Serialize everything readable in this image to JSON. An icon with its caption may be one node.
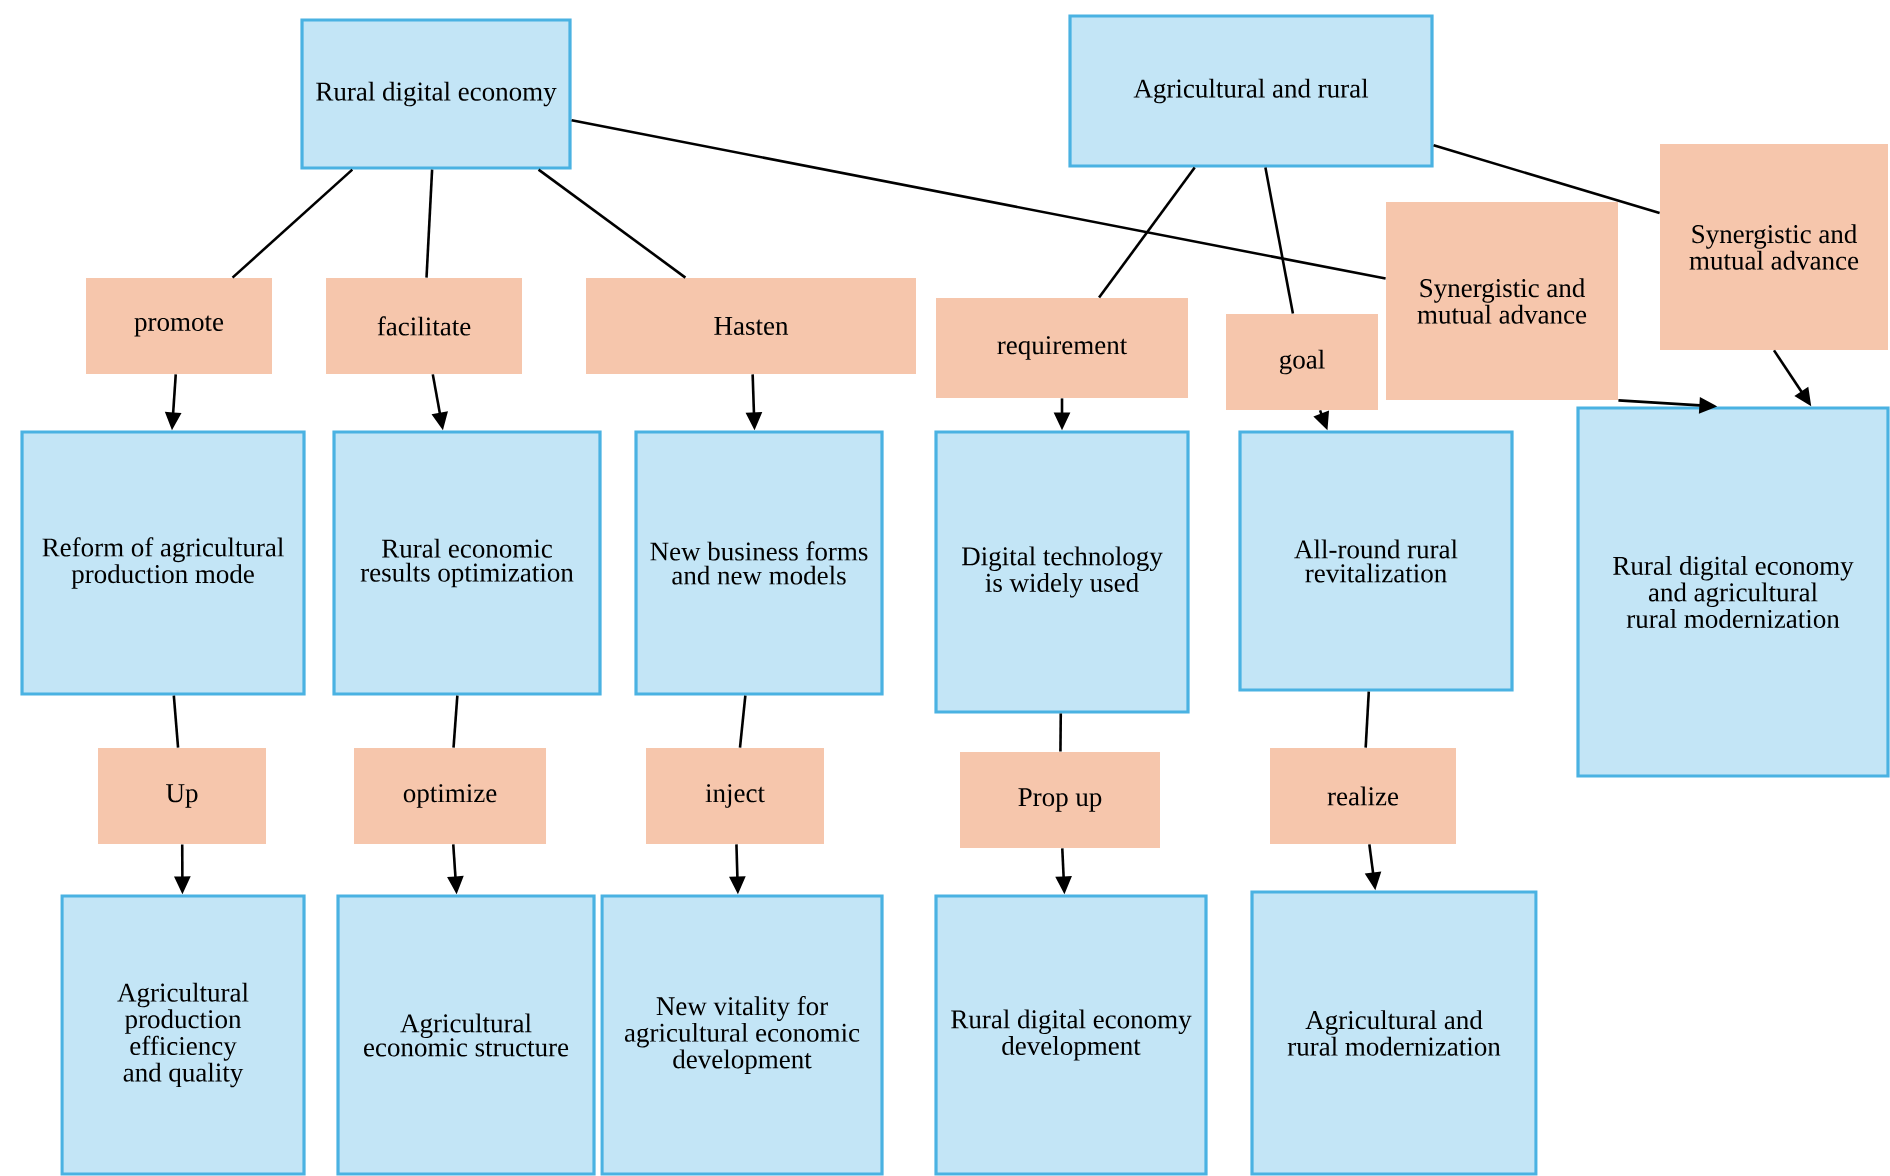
{
  "diagram": {
    "nodes": [
      {
        "text": [
          "Rural digital economy"
        ]
      },
      {
        "text": [
          "Agricultural and rural"
        ]
      },
      {
        "text": [
          "promote"
        ]
      },
      {
        "text": [
          "facilitate"
        ]
      },
      {
        "text": [
          "Hasten"
        ]
      },
      {
        "text": [
          "requirement"
        ]
      },
      {
        "text": [
          "goal"
        ]
      },
      {
        "text": [
          "Synergistic and mutual advance"
        ]
      },
      {
        "text": [
          "Synergistic and mutual advance"
        ]
      },
      {
        "text": [
          "Reform of agricultural production mode"
        ]
      },
      {
        "text": [
          "Rural economic results optimization"
        ]
      },
      {
        "text": [
          "New business forms and new models"
        ]
      },
      {
        "text": [
          "Digital technology is widely used"
        ]
      },
      {
        "text": [
          "All-round rural revitalization"
        ]
      },
      {
        "text": [
          "Rural digital economy and agricultural rural modernization"
        ]
      },
      {
        "text": [
          "Up"
        ]
      },
      {
        "text": [
          "optimize"
        ]
      },
      {
        "text": [
          "inject"
        ]
      },
      {
        "text": [
          "Prop up"
        ]
      },
      {
        "text": [
          "realize"
        ]
      },
      {
        "text": [
          "Agricultural production efficiency and quality"
        ]
      },
      {
        "text": [
          "Agricultural economic structure"
        ]
      },
      {
        "text": [
          "New vitality for agricultural economic development"
        ]
      },
      {
        "text": [
          "Rural digital economy development"
        ]
      },
      {
        "text": [
          "Agricultural and rural modernization"
        ]
      }
    ],
    "edges": [
      {
        "from": 0,
        "to": 2,
        "arrow": "none"
      },
      {
        "from": 0,
        "to": 3,
        "arrow": "none"
      },
      {
        "from": 0,
        "to": 4,
        "arrow": "none"
      },
      {
        "from": 0,
        "to": 7,
        "arrow": "none"
      },
      {
        "from": 1,
        "to": 5,
        "arrow": "none"
      },
      {
        "from": 1,
        "to": 6,
        "arrow": "none"
      },
      {
        "from": 1,
        "to": 8,
        "arrow": "none"
      },
      {
        "from": 2,
        "to": 9,
        "arrow": "to"
      },
      {
        "from": 3,
        "to": 10,
        "arrow": "to"
      },
      {
        "from": 4,
        "to": 11,
        "arrow": "to"
      },
      {
        "from": 5,
        "to": 12,
        "arrow": "to"
      },
      {
        "from": 6,
        "to": 13,
        "arrow": "to"
      },
      {
        "from": 7,
        "to": 14,
        "arrow": "to"
      },
      {
        "from": 8,
        "to": 14,
        "arrow": "to"
      },
      {
        "from": 9,
        "to": 15,
        "arrow": "none"
      },
      {
        "from": 10,
        "to": 16,
        "arrow": "none"
      },
      {
        "from": 11,
        "to": 17,
        "arrow": "none"
      },
      {
        "from": 12,
        "to": 18,
        "arrow": "none"
      },
      {
        "from": 13,
        "to": 19,
        "arrow": "none"
      },
      {
        "from": 15,
        "to": 20,
        "arrow": "to"
      },
      {
        "from": 16,
        "to": 21,
        "arrow": "to"
      },
      {
        "from": 17,
        "to": 22,
        "arrow": "to"
      },
      {
        "from": 18,
        "to": 23,
        "arrow": "to"
      },
      {
        "from": 19,
        "to": 24,
        "arrow": "to"
      }
    ]
  }
}
